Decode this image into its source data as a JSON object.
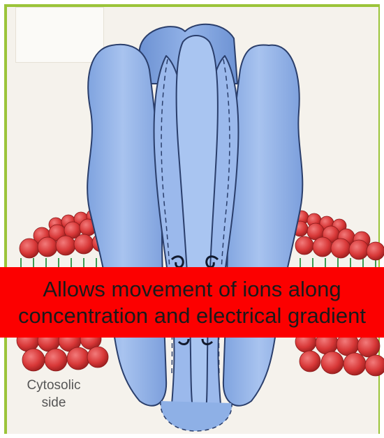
{
  "caption": {
    "line1": "Allows movement of ions along",
    "line2": "concentration and electrical gradient"
  },
  "side_label": {
    "line1": "Cytosolic",
    "line2": "side"
  },
  "colors": {
    "border": "#9bc43a",
    "banner": "#fc0000",
    "protein": "#8eb0e6",
    "lipid_head": "#d83838",
    "lipid_tail": "#3f9a52"
  }
}
